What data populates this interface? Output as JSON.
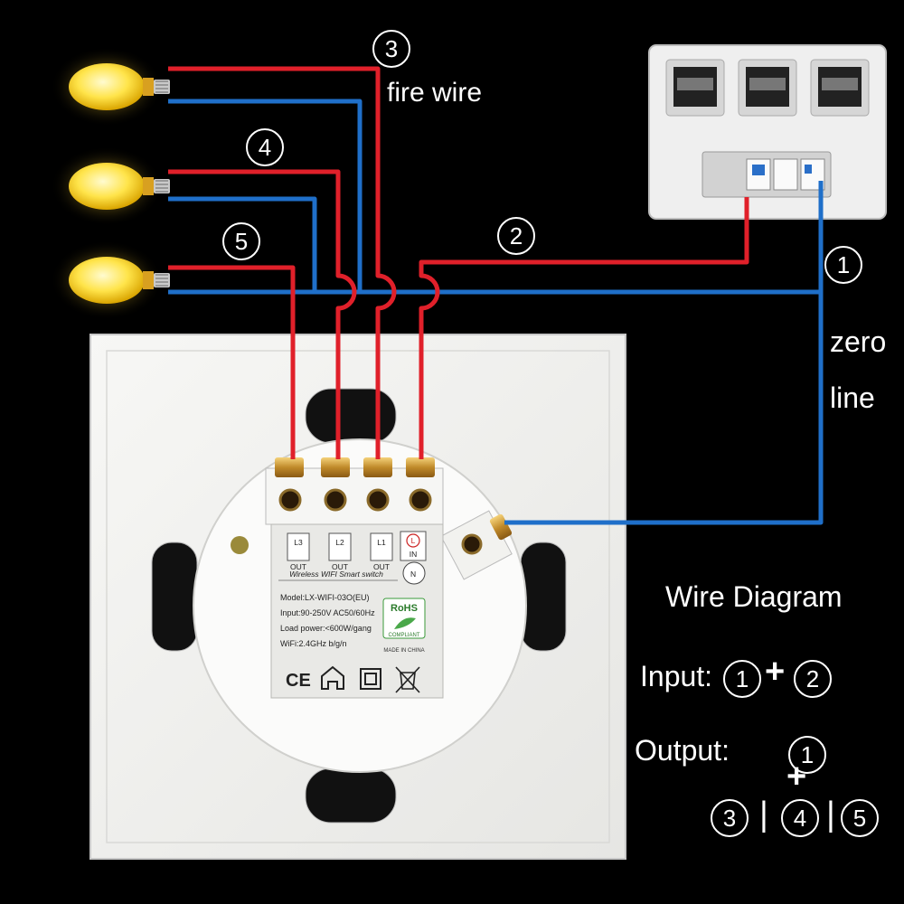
{
  "labels": {
    "fire_wire": "fire wire",
    "zero": "zero",
    "line": "line",
    "wire_diagram": "Wire Diagram",
    "input_label": "Input:",
    "output_label": "Output:",
    "plus": "+",
    "separator": "|"
  },
  "markers": {
    "m1": "1",
    "m2": "2",
    "m3": "3",
    "m4": "4",
    "m5": "5"
  },
  "device": {
    "terminals": [
      {
        "code": "L3",
        "type": "OUT"
      },
      {
        "code": "L2",
        "type": "OUT"
      },
      {
        "code": "L1",
        "type": "OUT"
      },
      {
        "code": "L",
        "type": "IN"
      }
    ],
    "product_line": "Wireless WIFI Smart switch",
    "model": "Model:LX-WIFI-03O(EU)",
    "input": "Input:90-250V AC50/60Hz",
    "load": "Load power:<600W/gang",
    "wifi": "WiFi:2.4GHz b/g/n",
    "rohs": "RoHS",
    "compliant": "COMPLIANT",
    "made_in": "MADE IN CHINA",
    "ce": "CE",
    "n_terminal": "N"
  },
  "colors": {
    "fire_wire": "#e0202a",
    "zero_wire": "#1f6fc9",
    "bulb": "#ffe44a",
    "background": "#000000",
    "panel": "#f2f2f0"
  }
}
